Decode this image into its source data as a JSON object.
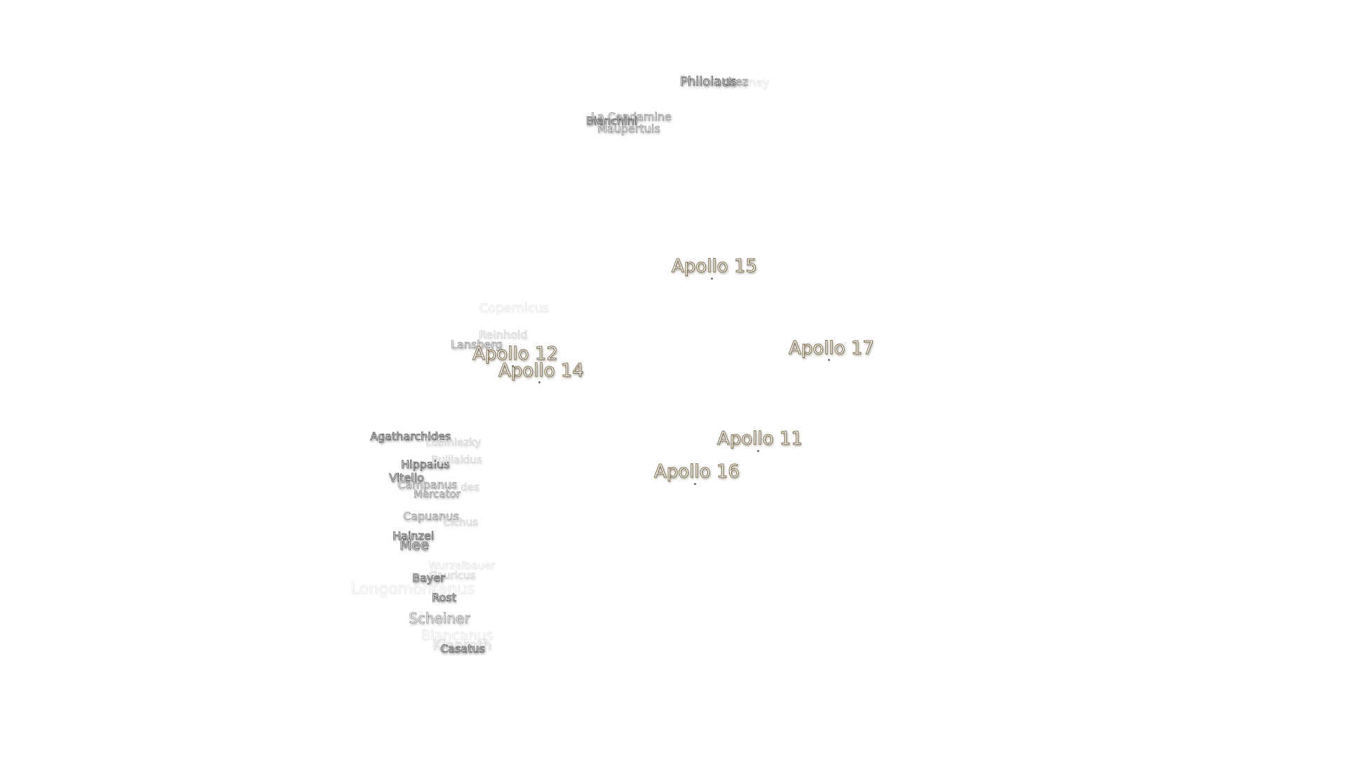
{
  "map": {
    "craters": {
      "philolaus": "Philolaus",
      "anaximenes_partial": "chez",
      "faint_ney": "oney",
      "la_condamine": "La Condamine",
      "bianchini": "Bianchini",
      "maupertuis": "Maupertuis",
      "copernicus": "Copernicus",
      "reinhold": "Reinhold",
      "lansberg": "Lansberg",
      "agatharchides": "Agatharchides",
      "lubiniezky": "Lubiniezky",
      "hippalus": "Hippalus",
      "bullialdus": "Bullialdus",
      "vitello": "Vitello",
      "campanus": "Campanus",
      "faint_des": "des",
      "mercator": "Mercator",
      "capuanus": "Capuanus",
      "cichus": "Cichus",
      "hainzel": "Hainzel",
      "mee": "Mee",
      "wurzelbauer": "Wurzelbauer",
      "gauricus": "Gauricus",
      "bayer": "Bayer",
      "longomontanus": "Longomontanus",
      "rost": "Rost",
      "scheiner": "Scheiner",
      "blancanus": "Blancanus",
      "klaproth": "Klaproth",
      "casatus": "Casatus"
    },
    "landing_sites": {
      "apollo_15": "Apollo 15",
      "apollo_12": "Apollo 12",
      "apollo_14": "Apollo 14",
      "apollo_17": "Apollo 17",
      "apollo_11": "Apollo 11",
      "apollo_16": "Apollo 16"
    }
  }
}
